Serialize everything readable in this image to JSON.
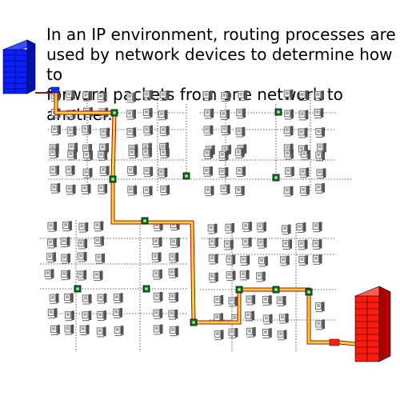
{
  "caption": {
    "lines": [
      "In an IP environment, routing processes are",
      "used by network devices to determine how to",
      "forward packets from one network to another."
    ]
  },
  "colors": {
    "source_server": "#0a1eff",
    "destination_server": "#ff1a10",
    "path_fill": "#ffd23a",
    "path_outline": "#a01010",
    "source_connection": "#1030ff",
    "router": "#0f7a1e",
    "network_link": "#333333",
    "hosts": "#777777"
  },
  "icons": {
    "source": "blue-server-rack-icon",
    "destination": "red-server-rack-icon",
    "source_connector": "blue-network-connector-icon",
    "destination_connector": "red-network-connector-icon",
    "router": "router-node-icon",
    "host": "computer-workstation-icon"
  }
}
